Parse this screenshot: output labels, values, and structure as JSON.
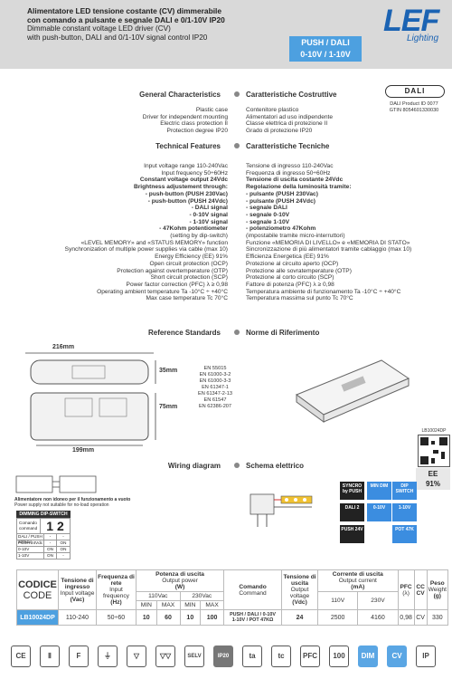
{
  "header": {
    "title_it": [
      "Alimentatore LED tensione costante (CV) dimmerabile",
      "con comando a pulsante e segnale DALI e 0/1-10V IP20"
    ],
    "title_en": [
      "Dimmable constant voltage LED driver (CV)",
      "with push-button, DALI and 0/1-10V signal control IP20"
    ],
    "badge": [
      "PUSH / DALI",
      "0-10V / 1-10V"
    ],
    "logo": "LEF",
    "logo_sub": "Lighting"
  },
  "dali": {
    "logo": "DALI",
    "product_id": [
      "DALI Product ID 0077",
      "GTIN 8054601330030"
    ]
  },
  "sections": {
    "general_en": "General Characteristics",
    "general_it": "Caratteristiche Costruttive",
    "technical_en": "Technical Features",
    "technical_it": "Caratteristiche Tecniche",
    "reference_en": "Reference Standards",
    "reference_it": "Norme di Riferimento",
    "wiring_en": "Wiring diagram",
    "wiring_it": "Schema elettrico"
  },
  "general": {
    "en": [
      "Plastic case",
      "Driver for independent mounting",
      "Electric class protection II",
      "Protection degree IP20"
    ],
    "it": [
      "Contenitore plastico",
      "Alimentatori ad uso indipendente",
      "Classe elettrica di protezione II",
      "Grado di protezione IP20"
    ]
  },
  "technical": {
    "en": [
      {
        "t": "Input voltage range 110-240Vac",
        "b": false
      },
      {
        "t": "Input frequency 50÷60Hz",
        "b": false
      },
      {
        "t": "Constant voltage output 24Vdc",
        "b": true
      },
      {
        "t": "Brightness adjustement through:",
        "b": true
      },
      {
        "t": "- push-button (PUSH 230Vac)",
        "b": true
      },
      {
        "t": "- push-button (PUSH 24Vdc)",
        "b": true
      },
      {
        "t": "- DALI signal",
        "b": true
      },
      {
        "t": "- 0-10V signal",
        "b": true
      },
      {
        "t": "- 1-10V signal",
        "b": true
      },
      {
        "t": "- 47Kohm potentiometer",
        "b": true
      },
      {
        "t": "(setting by dip-switch)",
        "b": false
      },
      {
        "t": "«LEVEL MEMORY» and «STATUS MEMORY» function",
        "b": false
      },
      {
        "t": "Synchronization of multiple power supplies via cable (max 10)",
        "b": false
      },
      {
        "t": "Energy Efficiency (EE) 91%",
        "b": false
      },
      {
        "t": "Open circuit protection (OCP)",
        "b": false
      },
      {
        "t": "Protection against overtemperature (OTP)",
        "b": false
      },
      {
        "t": "Short circuit protection (SCP)",
        "b": false
      },
      {
        "t": "Power factor correction (PFC) λ ≥ 0,98",
        "b": false
      },
      {
        "t": "Operating ambient temperature Ta -10°C ÷ +40°C",
        "b": false
      },
      {
        "t": "Max case temperature Tc 70°C",
        "b": false
      }
    ],
    "it": [
      {
        "t": "Tensione di ingresso 110-240Vac",
        "b": false
      },
      {
        "t": "Frequenza di ingresso 50÷60Hz",
        "b": false
      },
      {
        "t": "Tensione di uscita costante 24Vdc",
        "b": true
      },
      {
        "t": "Regolazione della luminosità tramite:",
        "b": true
      },
      {
        "t": "- pulsante (PUSH 230Vac)",
        "b": true
      },
      {
        "t": "- pulsante (PUSH 24Vdc)",
        "b": true
      },
      {
        "t": "- segnale DALI",
        "b": true
      },
      {
        "t": "- segnale 0-10V",
        "b": true
      },
      {
        "t": "- segnale 1-10V",
        "b": true
      },
      {
        "t": "- potenziometro 47Kohm",
        "b": true
      },
      {
        "t": "(impostabile tramite micro-interruttori)",
        "b": false
      },
      {
        "t": "Funzione «MEMORIA DI LIVELLO» e «MEMORIA DI STATO»",
        "b": false
      },
      {
        "t": "Sincronizzazione di più alimentatori tramite cablaggio (max 10)",
        "b": false
      },
      {
        "t": "Efficienza Energetica (EE) 91%",
        "b": false
      },
      {
        "t": "Protezione al circuito aperto (OCP)",
        "b": false
      },
      {
        "t": "Protezione alle sovratemperature (OTP)",
        "b": false
      },
      {
        "t": "Protezione al corto circuito (SCP)",
        "b": false
      },
      {
        "t": "Fattore di potenza (PFC) λ ≥ 0,98",
        "b": false
      },
      {
        "t": "Temperatura ambiente di funzionamento Ta -10°C ÷ +40°C",
        "b": false
      },
      {
        "t": "Temperatura massima sul punto Tc 70°C",
        "b": false
      }
    ]
  },
  "dimensions": {
    "length": "216mm",
    "height": "35mm",
    "width": "75mm",
    "fixing": "199mm"
  },
  "standards": [
    "EN 55015",
    "EN 61000-3-2",
    "EN 61000-3-3",
    "EN 61347-1",
    "EN 61347-2-13",
    "EN 61547",
    "EN 62386-207"
  ],
  "product_code_side": "LB10024DP",
  "ee": {
    "label": "EE",
    "value": "91%"
  },
  "wiring_note": [
    "Alimentatore non idoneo per il funzionamento a vuoto",
    "Power supply not suitable for no-load operation"
  ],
  "dip": {
    "title": "DIMMING DIP-SWITCH",
    "cmd_label": "Comando command",
    "positions": [
      "1",
      "2"
    ],
    "rows": [
      {
        "label": "DALI / PUSH 230Vac",
        "v1": "-",
        "v2": "-"
      },
      {
        "label": "PUSH 24Vdc",
        "v1": "-",
        "v2": "ON"
      },
      {
        "label": "0-10V",
        "v1": "ON",
        "v2": "ON"
      },
      {
        "label": "1-10V",
        "v1": "ON",
        "v2": "-"
      }
    ]
  },
  "tiles": [
    {
      "t": "SYNCRO by PUSH",
      "c": "#222"
    },
    {
      "t": "MIN DIM",
      "c": "#3b8de0"
    },
    {
      "t": "DIP SWITCH",
      "c": "#3b8de0"
    },
    {
      "t": "DALI 2",
      "c": "#222"
    },
    {
      "t": "0-10V",
      "c": "#3b8de0"
    },
    {
      "t": "1-10V",
      "c": "#3b8de0"
    },
    {
      "t": "PUSH 24V",
      "c": "#222"
    },
    {
      "t": "POT 47K",
      "c": "#3b8de0"
    }
  ],
  "table": {
    "h_code": [
      "CODICE",
      "CODE"
    ],
    "h_vin": [
      "Tensione di ingresso",
      "Input voltage",
      "(Vac)"
    ],
    "h_freq": [
      "Frequenza di rete",
      "Input frequency",
      "(Hz)"
    ],
    "h_power": [
      "Potenza di uscita",
      "Output power",
      "(W)"
    ],
    "h_v110": "110Vac",
    "h_v230": "230Vac",
    "h_min": "MIN",
    "h_max": "MAX",
    "h_cmd": [
      "Comando",
      "Command"
    ],
    "h_vout": [
      "Tensione di uscita",
      "Output voltage",
      "(Vdc)"
    ],
    "h_iout": [
      "Corrente di uscita",
      "Output current",
      "(mA)"
    ],
    "h_i110": "110V",
    "h_i230": "230V",
    "h_pfc": [
      "PFC",
      "(λ)"
    ],
    "h_cc": [
      "CC",
      "CV"
    ],
    "h_weight": [
      "Peso",
      "Weight",
      "(g)"
    ],
    "row": {
      "code": "LB10024DP",
      "vin": "110-240",
      "freq": "50÷60",
      "p110min": "10",
      "p110max": "60",
      "p230min": "10",
      "p230max": "100",
      "cmd": [
        "PUSH / DALI / 0-10V",
        "1-10V / POT 47KΩ"
      ],
      "vout": "24",
      "i110": "2500",
      "i230": "4160",
      "pfc": "0,98",
      "cccv": "CV",
      "weight": "330"
    }
  },
  "cert_icons": [
    "CE",
    "Ⅱ",
    "F",
    "⏚",
    "▽",
    "▽▽",
    "SELV",
    "IP20",
    "ta",
    "tc",
    "PFC",
    "100",
    "DIM",
    "CV",
    "IP"
  ]
}
